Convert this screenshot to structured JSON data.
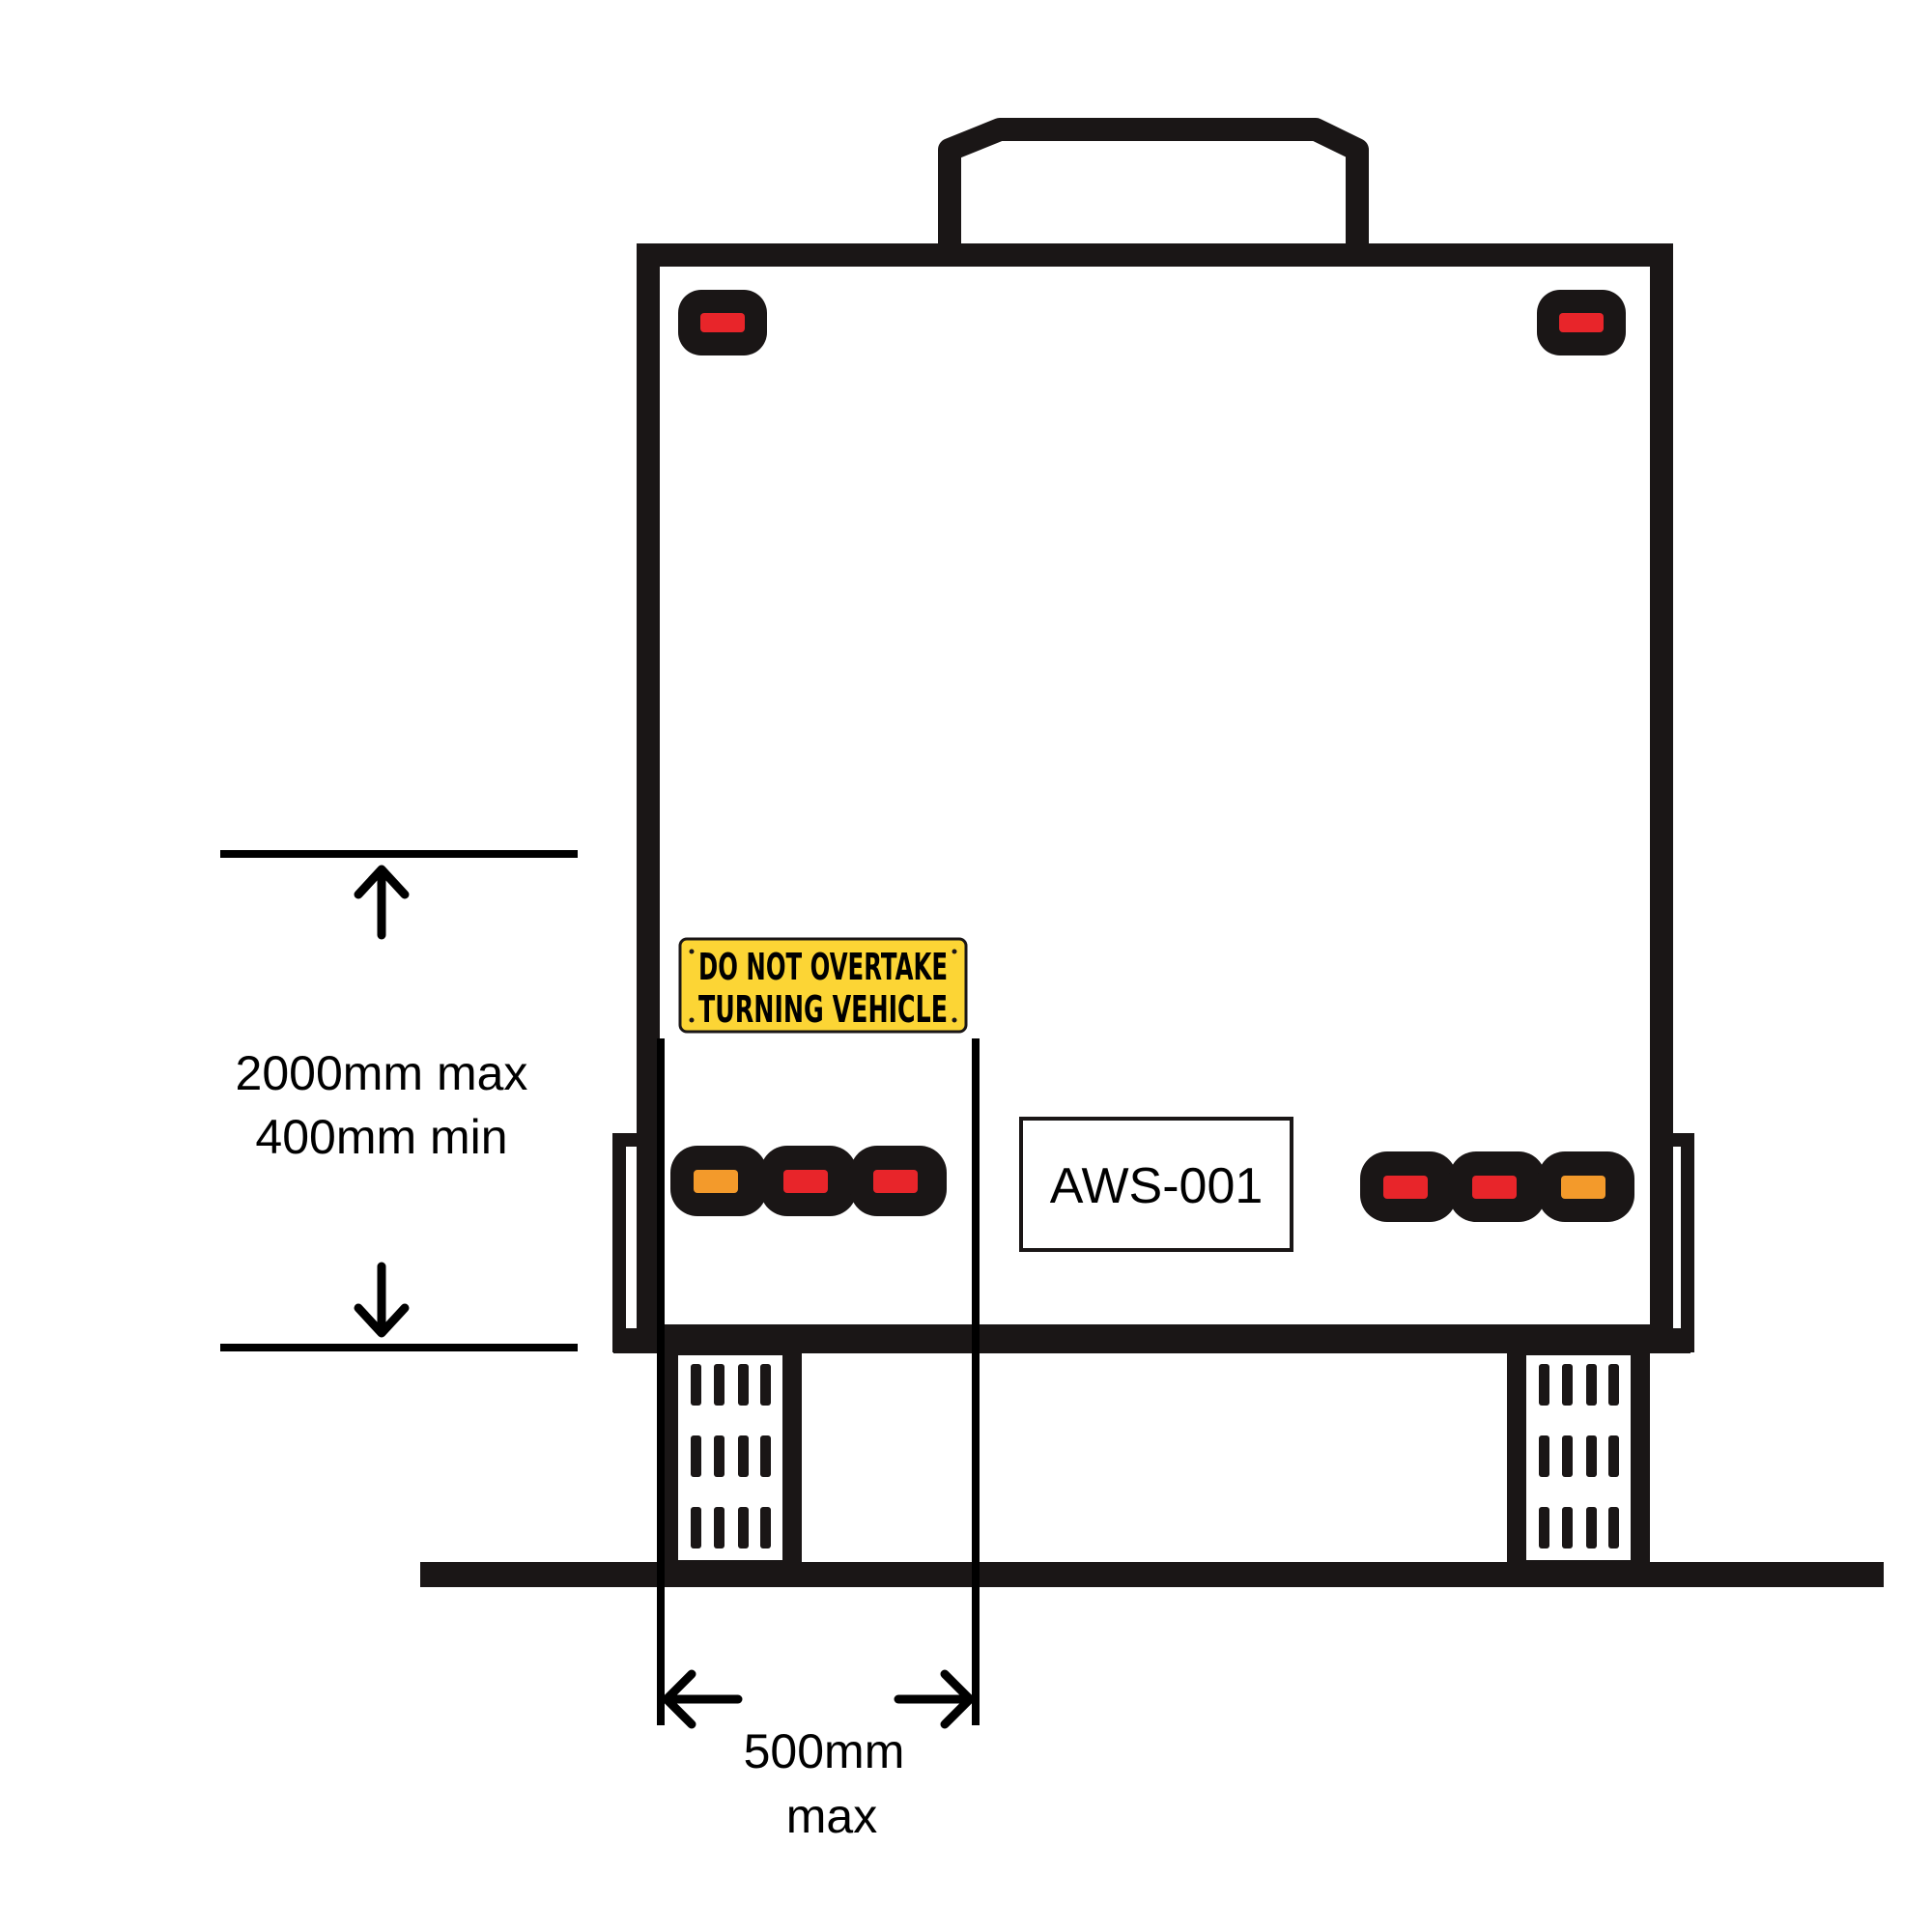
{
  "sign": {
    "line1": "DO NOT OVERTAKE",
    "line2": "TURNING VEHICLE",
    "background_color": "#fcd535"
  },
  "plate": {
    "text": "AWS-001"
  },
  "dimensions": {
    "height_max": "2000mm max",
    "height_min": "400mm min",
    "width_line1": "500mm",
    "width_line2": "max"
  },
  "colors": {
    "outline": "#1a1616",
    "light_red": "#e8252a",
    "light_amber": "#f39a2b"
  }
}
